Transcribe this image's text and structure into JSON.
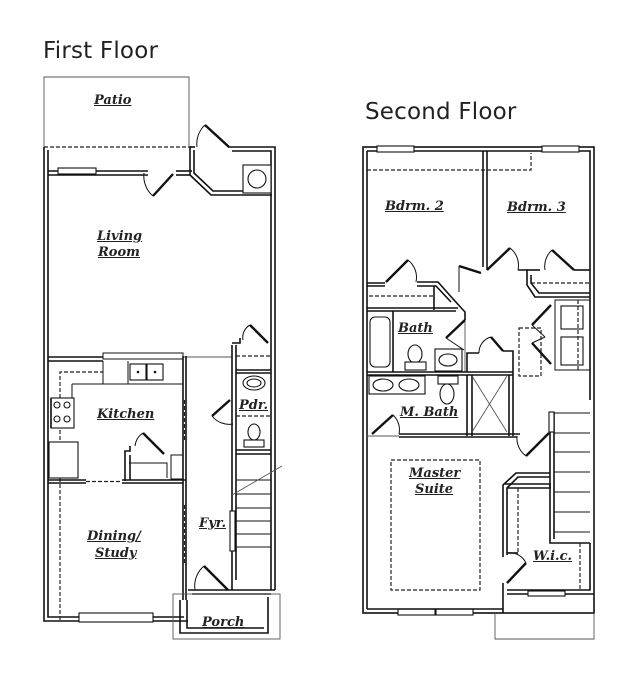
{
  "plan": {
    "first_floor": {
      "title": "First Floor",
      "rooms": {
        "patio": "Patio",
        "living_1": "Living",
        "living_2": "Room",
        "kitchen": "Kitchen",
        "powder": "Pdr.",
        "dining_1": "Dining/",
        "dining_2": "Study",
        "foyer": "Fyr.",
        "porch": "Porch"
      }
    },
    "second_floor": {
      "title": "Second Floor",
      "rooms": {
        "bedroom2": "Bdrm. 2",
        "bedroom3": "Bdrm. 3",
        "bath": "Bath",
        "master_bath": "M. Bath",
        "master_1": "Master",
        "master_2": "Suite",
        "wic": "W.i.c."
      }
    }
  }
}
